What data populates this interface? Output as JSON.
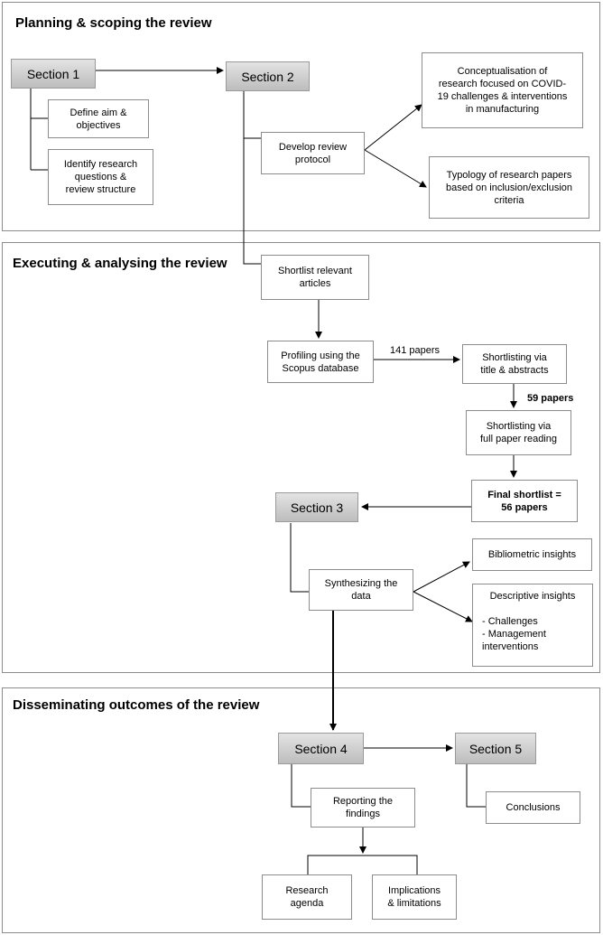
{
  "panels": {
    "planning": "Planning & scoping the review",
    "executing": "Executing & analysing the review",
    "disseminating": "Disseminating outcomes of the review"
  },
  "nodes": {
    "section1": "Section 1",
    "section2": "Section 2",
    "section3": "Section 3",
    "section4": "Section 4",
    "section5": "Section 5",
    "define_aim": "Define aim &\nobjectives",
    "identify_questions": "Identify research\nquestions &\nreview structure",
    "develop_protocol": "Develop review\nprotocol",
    "conceptualisation": "Conceptualisation of\nresearch focused on COVID-\n19 challenges & interventions\nin manufacturing",
    "typology": "Typology of research papers\nbased on inclusion/exclusion\ncriteria",
    "shortlist_articles": "Shortlist relevant\narticles",
    "profiling": "Profiling using the\nScopus database",
    "shortlisting_title": "Shortlisting via\ntitle & abstracts",
    "shortlisting_full": "Shortlisting via\nfull paper reading",
    "final_shortlist": "Final shortlist =\n56 papers",
    "synthesizing": "Synthesizing the\ndata",
    "bibliometric": "Bibliometric insights",
    "descriptive_title": "Descriptive insights",
    "descriptive_body": "- Challenges\n- Management\ninterventions",
    "reporting": "Reporting the\nfindings",
    "conclusions": "Conclusions",
    "research_agenda": "Research\nagenda",
    "implications": "Implications\n& limitations"
  },
  "edge_labels": {
    "papers_141": "141 papers",
    "papers_59": "59 papers"
  },
  "colors": {
    "line": "#000000",
    "border": "#8c8c8c",
    "section_fill_top": "#e3e3e3",
    "section_fill_bottom": "#bdbdbd"
  }
}
